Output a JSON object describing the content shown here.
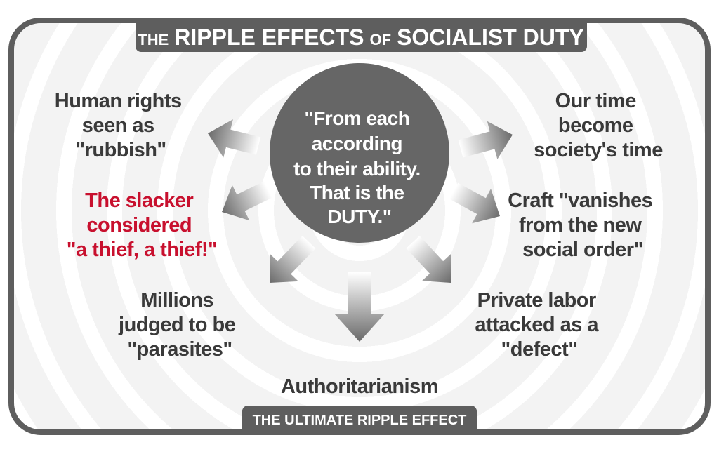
{
  "title": {
    "small_1": "THE",
    "big_1": "RIPPLE EFFECTS",
    "small_2": "OF",
    "big_2": "SOCIALIST DUTY"
  },
  "center_quote": [
    "\"From each",
    "according",
    "to their ability.",
    "That is the",
    "DUTY.\""
  ],
  "effects": {
    "human_rights": [
      "Human rights",
      "seen as",
      "\"rubbish\""
    ],
    "slacker": [
      "The slacker",
      "considered",
      "\"a thief, a thief!\""
    ],
    "millions": [
      "Millions",
      "judged to be",
      "\"parasites\""
    ],
    "time": [
      "Our time",
      "become",
      "society's time"
    ],
    "craft": [
      "Craft \"vanishes",
      "from the new",
      "social order\""
    ],
    "private_labor": [
      "Private labor",
      "attacked as a",
      "\"defect\""
    ]
  },
  "ultimate": {
    "label": "Authoritarianism",
    "caption": "THE ULTIMATE RIPPLE EFFECT"
  },
  "colors": {
    "frame": "#5e5e5e",
    "accent_red": "#c8102e",
    "text": "#3a3a3a",
    "ring": "#ececec"
  }
}
